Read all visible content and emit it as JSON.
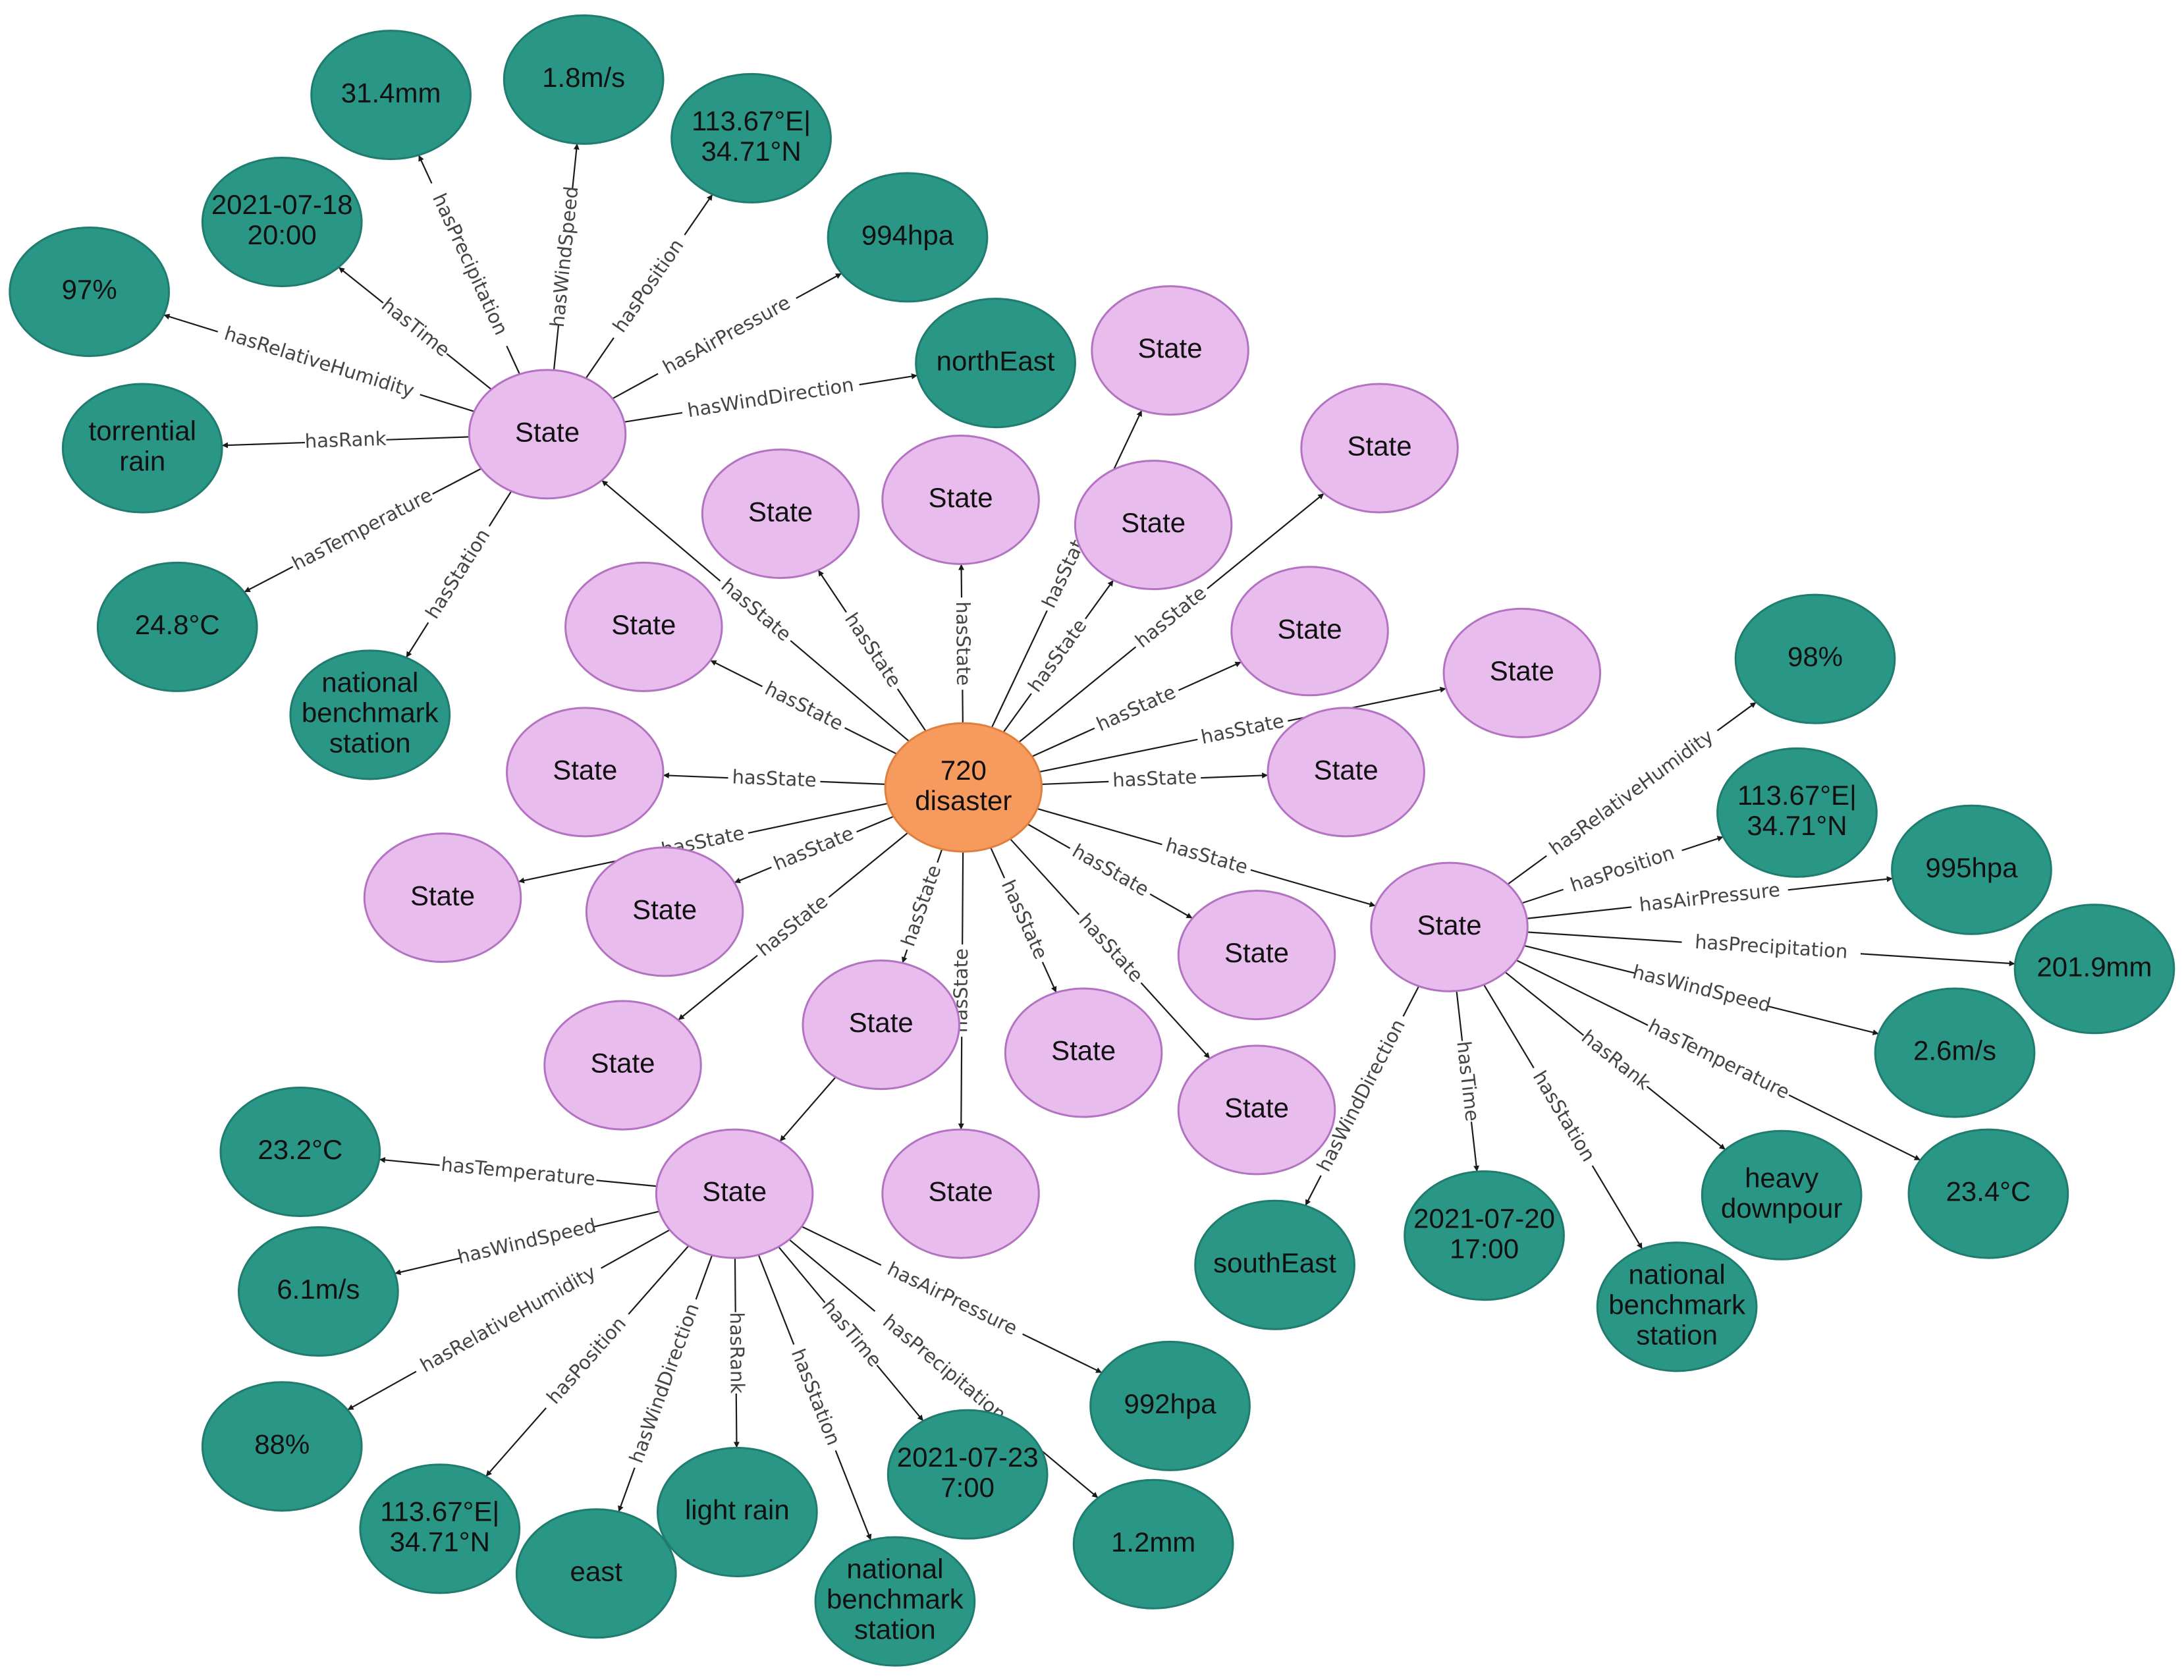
{
  "colors": {
    "center_fill": "#f79a5e",
    "center_stroke": "#e0803e",
    "state_fill": "#e8bdee",
    "state_stroke": "#b373c2",
    "value_fill": "#2a9786",
    "value_stroke": "#1f7c6e",
    "edge": "#1a1a1a",
    "edge_label": "#444444"
  },
  "nodes": [
    {
      "id": "center",
      "type": "center",
      "lines": [
        "720",
        "disaster"
      ]
    },
    {
      "id": "s1",
      "type": "state",
      "lines": [
        "State"
      ]
    },
    {
      "id": "s2",
      "type": "state",
      "lines": [
        "State"
      ]
    },
    {
      "id": "s3",
      "type": "state",
      "lines": [
        "State"
      ]
    },
    {
      "id": "s4",
      "type": "state",
      "lines": [
        "State"
      ]
    },
    {
      "id": "s5",
      "type": "state",
      "lines": [
        "State"
      ]
    },
    {
      "id": "s6",
      "type": "state",
      "lines": [
        "State"
      ]
    },
    {
      "id": "s7",
      "type": "state",
      "lines": [
        "State"
      ]
    },
    {
      "id": "s8",
      "type": "state",
      "lines": [
        "State"
      ]
    },
    {
      "id": "s9",
      "type": "state",
      "lines": [
        "State"
      ]
    },
    {
      "id": "s10",
      "type": "state",
      "lines": [
        "State"
      ]
    },
    {
      "id": "s11",
      "type": "state",
      "lines": [
        "State"
      ]
    },
    {
      "id": "s12",
      "type": "state",
      "lines": [
        "State"
      ]
    },
    {
      "id": "s13",
      "type": "state",
      "lines": [
        "State"
      ]
    },
    {
      "id": "s14",
      "type": "state",
      "lines": [
        "State"
      ]
    },
    {
      "id": "s15",
      "type": "state",
      "lines": [
        "State"
      ]
    },
    {
      "id": "s16",
      "type": "state",
      "lines": [
        "State"
      ]
    },
    {
      "id": "s17",
      "type": "state",
      "lines": [
        "State"
      ]
    },
    {
      "id": "s18",
      "type": "state",
      "lines": [
        "State"
      ]
    },
    {
      "id": "s19",
      "type": "state",
      "lines": [
        "State"
      ]
    },
    {
      "id": "s20",
      "type": "state",
      "lines": [
        "State"
      ]
    },
    {
      "id": "s21",
      "type": "state",
      "lines": [
        "State"
      ]
    },
    {
      "id": "s22",
      "type": "state",
      "lines": [
        "State"
      ]
    },
    {
      "id": "a_time",
      "type": "value",
      "lines": [
        "2021-07-18",
        "20:00"
      ]
    },
    {
      "id": "a_prec",
      "type": "value",
      "lines": [
        "31.4mm"
      ]
    },
    {
      "id": "a_wind",
      "type": "value",
      "lines": [
        "1.8m/s"
      ]
    },
    {
      "id": "a_pos",
      "type": "value",
      "lines": [
        "113.67°E|",
        "34.71°N"
      ]
    },
    {
      "id": "a_air",
      "type": "value",
      "lines": [
        "994hpa"
      ]
    },
    {
      "id": "a_dir",
      "type": "value",
      "lines": [
        "northEast"
      ]
    },
    {
      "id": "a_hum",
      "type": "value",
      "lines": [
        "97%"
      ]
    },
    {
      "id": "a_rank",
      "type": "value",
      "lines": [
        "torrential",
        "rain"
      ]
    },
    {
      "id": "a_temp",
      "type": "value",
      "lines": [
        "24.8°C"
      ]
    },
    {
      "id": "a_station",
      "type": "value",
      "lines": [
        "national",
        "benchmark",
        "station"
      ]
    },
    {
      "id": "b_hum",
      "type": "value",
      "lines": [
        "98%"
      ]
    },
    {
      "id": "b_pos",
      "type": "value",
      "lines": [
        "113.67°E|",
        "34.71°N"
      ]
    },
    {
      "id": "b_air",
      "type": "value",
      "lines": [
        "995hpa"
      ]
    },
    {
      "id": "b_prec",
      "type": "value",
      "lines": [
        "201.9mm"
      ]
    },
    {
      "id": "b_wind",
      "type": "value",
      "lines": [
        "2.6m/s"
      ]
    },
    {
      "id": "b_temp",
      "type": "value",
      "lines": [
        "23.4°C"
      ]
    },
    {
      "id": "b_rank",
      "type": "value",
      "lines": [
        "heavy",
        "downpour"
      ]
    },
    {
      "id": "b_station",
      "type": "value",
      "lines": [
        "national",
        "benchmark",
        "station"
      ]
    },
    {
      "id": "b_time",
      "type": "value",
      "lines": [
        "2021-07-20",
        "17:00"
      ]
    },
    {
      "id": "b_dir",
      "type": "value",
      "lines": [
        "southEast"
      ]
    },
    {
      "id": "c_temp",
      "type": "value",
      "lines": [
        "23.2°C"
      ]
    },
    {
      "id": "c_wind",
      "type": "value",
      "lines": [
        "6.1m/s"
      ]
    },
    {
      "id": "c_hum",
      "type": "value",
      "lines": [
        "88%"
      ]
    },
    {
      "id": "c_pos",
      "type": "value",
      "lines": [
        "113.67°E|",
        "34.71°N"
      ]
    },
    {
      "id": "c_dir",
      "type": "value",
      "lines": [
        "east"
      ]
    },
    {
      "id": "c_rank",
      "type": "value",
      "lines": [
        "light rain"
      ]
    },
    {
      "id": "c_station",
      "type": "value",
      "lines": [
        "national",
        "benchmark",
        "station"
      ]
    },
    {
      "id": "c_time",
      "type": "value",
      "lines": [
        "2021-07-23",
        "7:00"
      ]
    },
    {
      "id": "c_prec",
      "type": "value",
      "lines": [
        "1.2mm"
      ]
    },
    {
      "id": "c_air",
      "type": "value",
      "lines": [
        "992hpa"
      ]
    }
  ],
  "edges": [
    {
      "from": "center",
      "to": "s1",
      "label": "hasState"
    },
    {
      "from": "center",
      "to": "s2",
      "label": "hasState"
    },
    {
      "from": "center",
      "to": "s3",
      "label": "hasState"
    },
    {
      "from": "center",
      "to": "s4",
      "label": "hasState"
    },
    {
      "from": "center",
      "to": "s5",
      "label": "hasState"
    },
    {
      "from": "center",
      "to": "s6",
      "label": "hasState"
    },
    {
      "from": "center",
      "to": "s7",
      "label": "hasState"
    },
    {
      "from": "center",
      "to": "s8",
      "label": "hasState"
    },
    {
      "from": "center",
      "to": "s9",
      "label": "hasState"
    },
    {
      "from": "center",
      "to": "s10",
      "label": "hasState"
    },
    {
      "from": "center",
      "to": "s11",
      "label": "hasState"
    },
    {
      "from": "center",
      "to": "s12",
      "label": "hasState"
    },
    {
      "from": "center",
      "to": "s13",
      "label": "hasState"
    },
    {
      "from": "center",
      "to": "s14",
      "label": "hasState"
    },
    {
      "from": "center",
      "to": "s15",
      "label": "hasState"
    },
    {
      "from": "center",
      "to": "s16",
      "label": "hasState"
    },
    {
      "from": "center",
      "to": "s17",
      "label": "hasState"
    },
    {
      "from": "center",
      "to": "s18",
      "label": "hasState"
    },
    {
      "from": "center",
      "to": "s19",
      "label": "hasState"
    },
    {
      "from": "center",
      "to": "s20",
      "label": "hasState"
    },
    {
      "from": "center",
      "to": "s21",
      "label": "hasState"
    },
    {
      "from": "s19",
      "to": "s22",
      "label": ""
    },
    {
      "from": "s1",
      "to": "a_time",
      "label": "hasTime"
    },
    {
      "from": "s1",
      "to": "a_prec",
      "label": "hasPrecipitation"
    },
    {
      "from": "s1",
      "to": "a_wind",
      "label": "hasWindSpeed"
    },
    {
      "from": "s1",
      "to": "a_pos",
      "label": "hasPosition"
    },
    {
      "from": "s1",
      "to": "a_air",
      "label": "hasAirPressure"
    },
    {
      "from": "s1",
      "to": "a_dir",
      "label": "hasWindDirection"
    },
    {
      "from": "s1",
      "to": "a_hum",
      "label": "hasRelativeHumidity"
    },
    {
      "from": "s1",
      "to": "a_rank",
      "label": "hasRank"
    },
    {
      "from": "s1",
      "to": "a_temp",
      "label": "hasTemperature"
    },
    {
      "from": "s1",
      "to": "a_station",
      "label": "hasStation"
    },
    {
      "from": "s16",
      "to": "b_hum",
      "label": "hasRelativeHumidity"
    },
    {
      "from": "s16",
      "to": "b_pos",
      "label": "hasPosition"
    },
    {
      "from": "s16",
      "to": "b_air",
      "label": "hasAirPressure"
    },
    {
      "from": "s16",
      "to": "b_prec",
      "label": "hasPrecipitation"
    },
    {
      "from": "s16",
      "to": "b_wind",
      "label": "hasWindSpeed"
    },
    {
      "from": "s16",
      "to": "b_temp",
      "label": "hasTemperature"
    },
    {
      "from": "s16",
      "to": "b_rank",
      "label": "hasRank"
    },
    {
      "from": "s16",
      "to": "b_station",
      "label": "hasStation"
    },
    {
      "from": "s16",
      "to": "b_time",
      "label": "hasTime"
    },
    {
      "from": "s16",
      "to": "b_dir",
      "label": "hasWindDirection"
    },
    {
      "from": "s22",
      "to": "c_temp",
      "label": "hasTemperature"
    },
    {
      "from": "s22",
      "to": "c_wind",
      "label": "hasWindSpeed"
    },
    {
      "from": "s22",
      "to": "c_hum",
      "label": "hasRelativeHumidity"
    },
    {
      "from": "s22",
      "to": "c_pos",
      "label": "hasPosition"
    },
    {
      "from": "s22",
      "to": "c_dir",
      "label": "hasWindDirection"
    },
    {
      "from": "s22",
      "to": "c_rank",
      "label": "hasRank"
    },
    {
      "from": "s22",
      "to": "c_station",
      "label": "hasStation"
    },
    {
      "from": "s22",
      "to": "c_time",
      "label": "hasTime"
    },
    {
      "from": "s22",
      "to": "c_prec",
      "label": "hasPrecipitation"
    },
    {
      "from": "s22",
      "to": "c_air",
      "label": "hasAirPressure"
    }
  ]
}
